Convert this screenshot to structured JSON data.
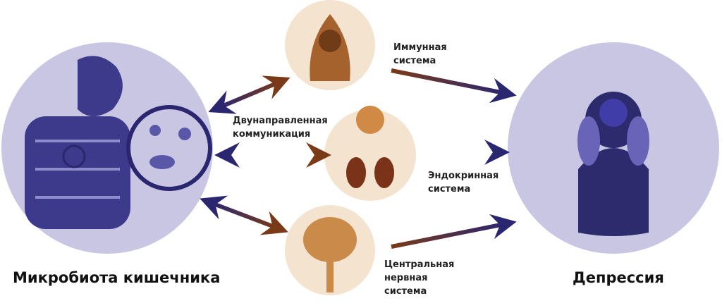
{
  "labels": {
    "immune": [
      "Иммунная",
      "система"
    ],
    "bidirectional": [
      "Двунаправленная",
      "коммуникация"
    ],
    "endocrine": [
      "Эндокринная",
      "система"
    ],
    "cns": [
      "Центральная",
      "нервная",
      "система"
    ]
  },
  "titles": {
    "left": "Микробиота кишечника",
    "right": "Депрессия"
  },
  "colors": {
    "purple": "#2b2670",
    "brown": "#7a3a18",
    "lavender": "#c9c6e3",
    "beige": "#f3e3cf",
    "organ": "#3d3a8c",
    "tan": "#c98a4a"
  }
}
